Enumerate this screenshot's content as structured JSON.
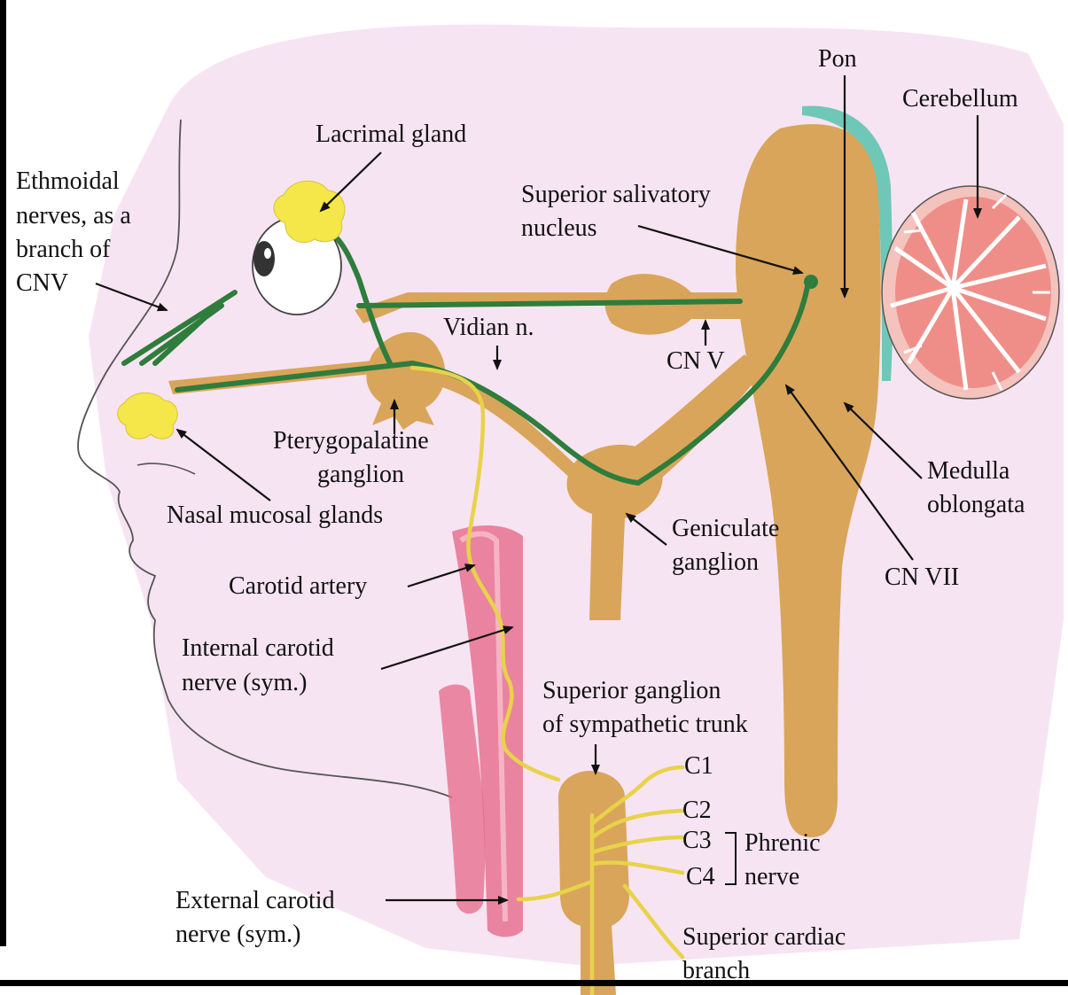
{
  "labels": {
    "pon": "Pon",
    "cerebellum": "Cerebellum",
    "lacrimal_gland": "Lacrimal gland",
    "ethmoidal": [
      "Ethmoidal",
      "nerves, as a",
      "branch of",
      "CNV"
    ],
    "superior_salivatory": [
      "Superior salivatory",
      "nucleus"
    ],
    "vidian": "Vidian n.",
    "cn_v": "CN V",
    "pterygopalatine": [
      "Pterygopalatine",
      "ganglion"
    ],
    "nasal_mucosal": "Nasal mucosal glands",
    "medulla": [
      "Medulla",
      "oblongata"
    ],
    "geniculate": [
      "Geniculate",
      "ganglion"
    ],
    "cn_vii": "CN VII",
    "carotid_artery": "Carotid artery",
    "internal_carotid": [
      "Internal carotid",
      "nerve (sym.)"
    ],
    "superior_ganglion": [
      "Superior ganglion",
      "of sympathetic trunk"
    ],
    "c1": "C1",
    "c2": "C2",
    "c3": "C3",
    "c4": "C4",
    "phrenic": [
      "Phrenic",
      "nerve"
    ],
    "external_carotid": [
      "External carotid",
      "nerve (sym.)"
    ],
    "superior_cardiac": [
      "Superior cardiac",
      "branch"
    ]
  },
  "colors": {
    "skin": "#f6dff0",
    "brainstem": "#d9a55a",
    "parasympathetic_nerve": "#2e7d3c",
    "sympathetic_nerve": "#e8d24a",
    "artery": "#e66a8a",
    "gland": "#f5e64a",
    "cerebellum": "#ef8e88",
    "csf": "#6fc7b8"
  }
}
